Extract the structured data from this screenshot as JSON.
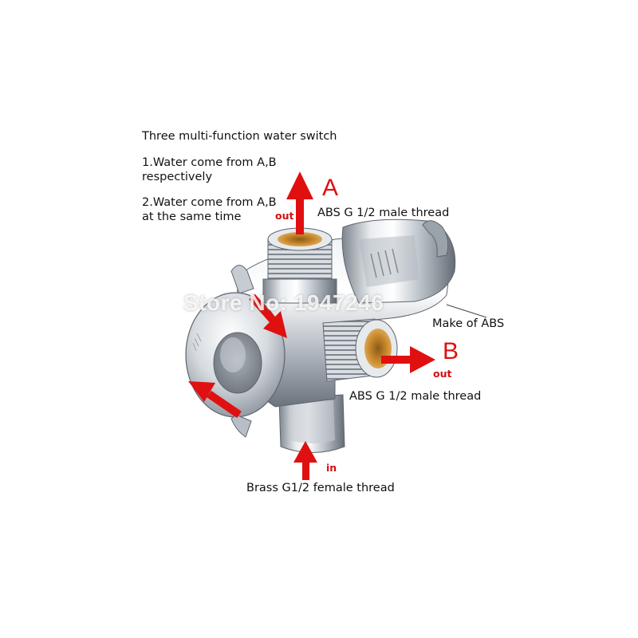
{
  "title": "Three multi-function water switch",
  "note1": {
    "line1": "1.Water come from A,B",
    "line2": "respectively"
  },
  "note2": {
    "line1": "2.Water come from A,B",
    "line2": "at the same time"
  },
  "outlet_a": {
    "letter": "A",
    "flow": "out",
    "thread": "ABS G 1/2 male thread"
  },
  "outlet_b": {
    "letter": "B",
    "flow": "out",
    "thread": "ABS G 1/2 male thread"
  },
  "inlet": {
    "flow": "in",
    "thread": "Brass G1/2 female thread"
  },
  "material_note": "Make of ABS",
  "watermark": "Store No: 1947246",
  "colors": {
    "arrow": "#e01010",
    "chrome_light": "#f4f6f8",
    "chrome_dark": "#6f7780"
  }
}
